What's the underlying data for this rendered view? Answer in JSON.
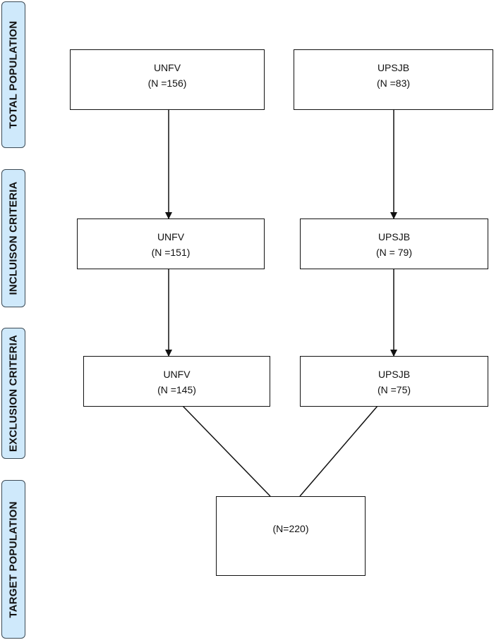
{
  "stages": [
    {
      "key": "total",
      "label": "TOTAL POPULATION"
    },
    {
      "key": "inclusion",
      "label": "INCLUISON CRITERIA"
    },
    {
      "key": "exclusion",
      "label": "EXCLUSION CRITERIA"
    },
    {
      "key": "target",
      "label": "TARGET POPULATION"
    }
  ],
  "boxes": {
    "total_unfv": {
      "name": "UNFV",
      "count": "(N =156)"
    },
    "total_upsjb": {
      "name": "UPSJB",
      "count": "(N =83)"
    },
    "inclusion_unfv": {
      "name": "UNFV",
      "count": "(N =151)"
    },
    "inclusion_upsjb": {
      "name": "UPSJB",
      "count": "(N = 79)"
    },
    "exclusion_unfv": {
      "name": "UNFV",
      "count": "(N =145)"
    },
    "exclusion_upsjb": {
      "name": "UPSJB",
      "count": "(N =75)"
    },
    "target": {
      "count": "(N=220)"
    }
  },
  "colors": {
    "stage_fill": "#cfe9fb",
    "stage_border": "#3c4a55",
    "box_border": "#111111",
    "line": "#111111"
  }
}
